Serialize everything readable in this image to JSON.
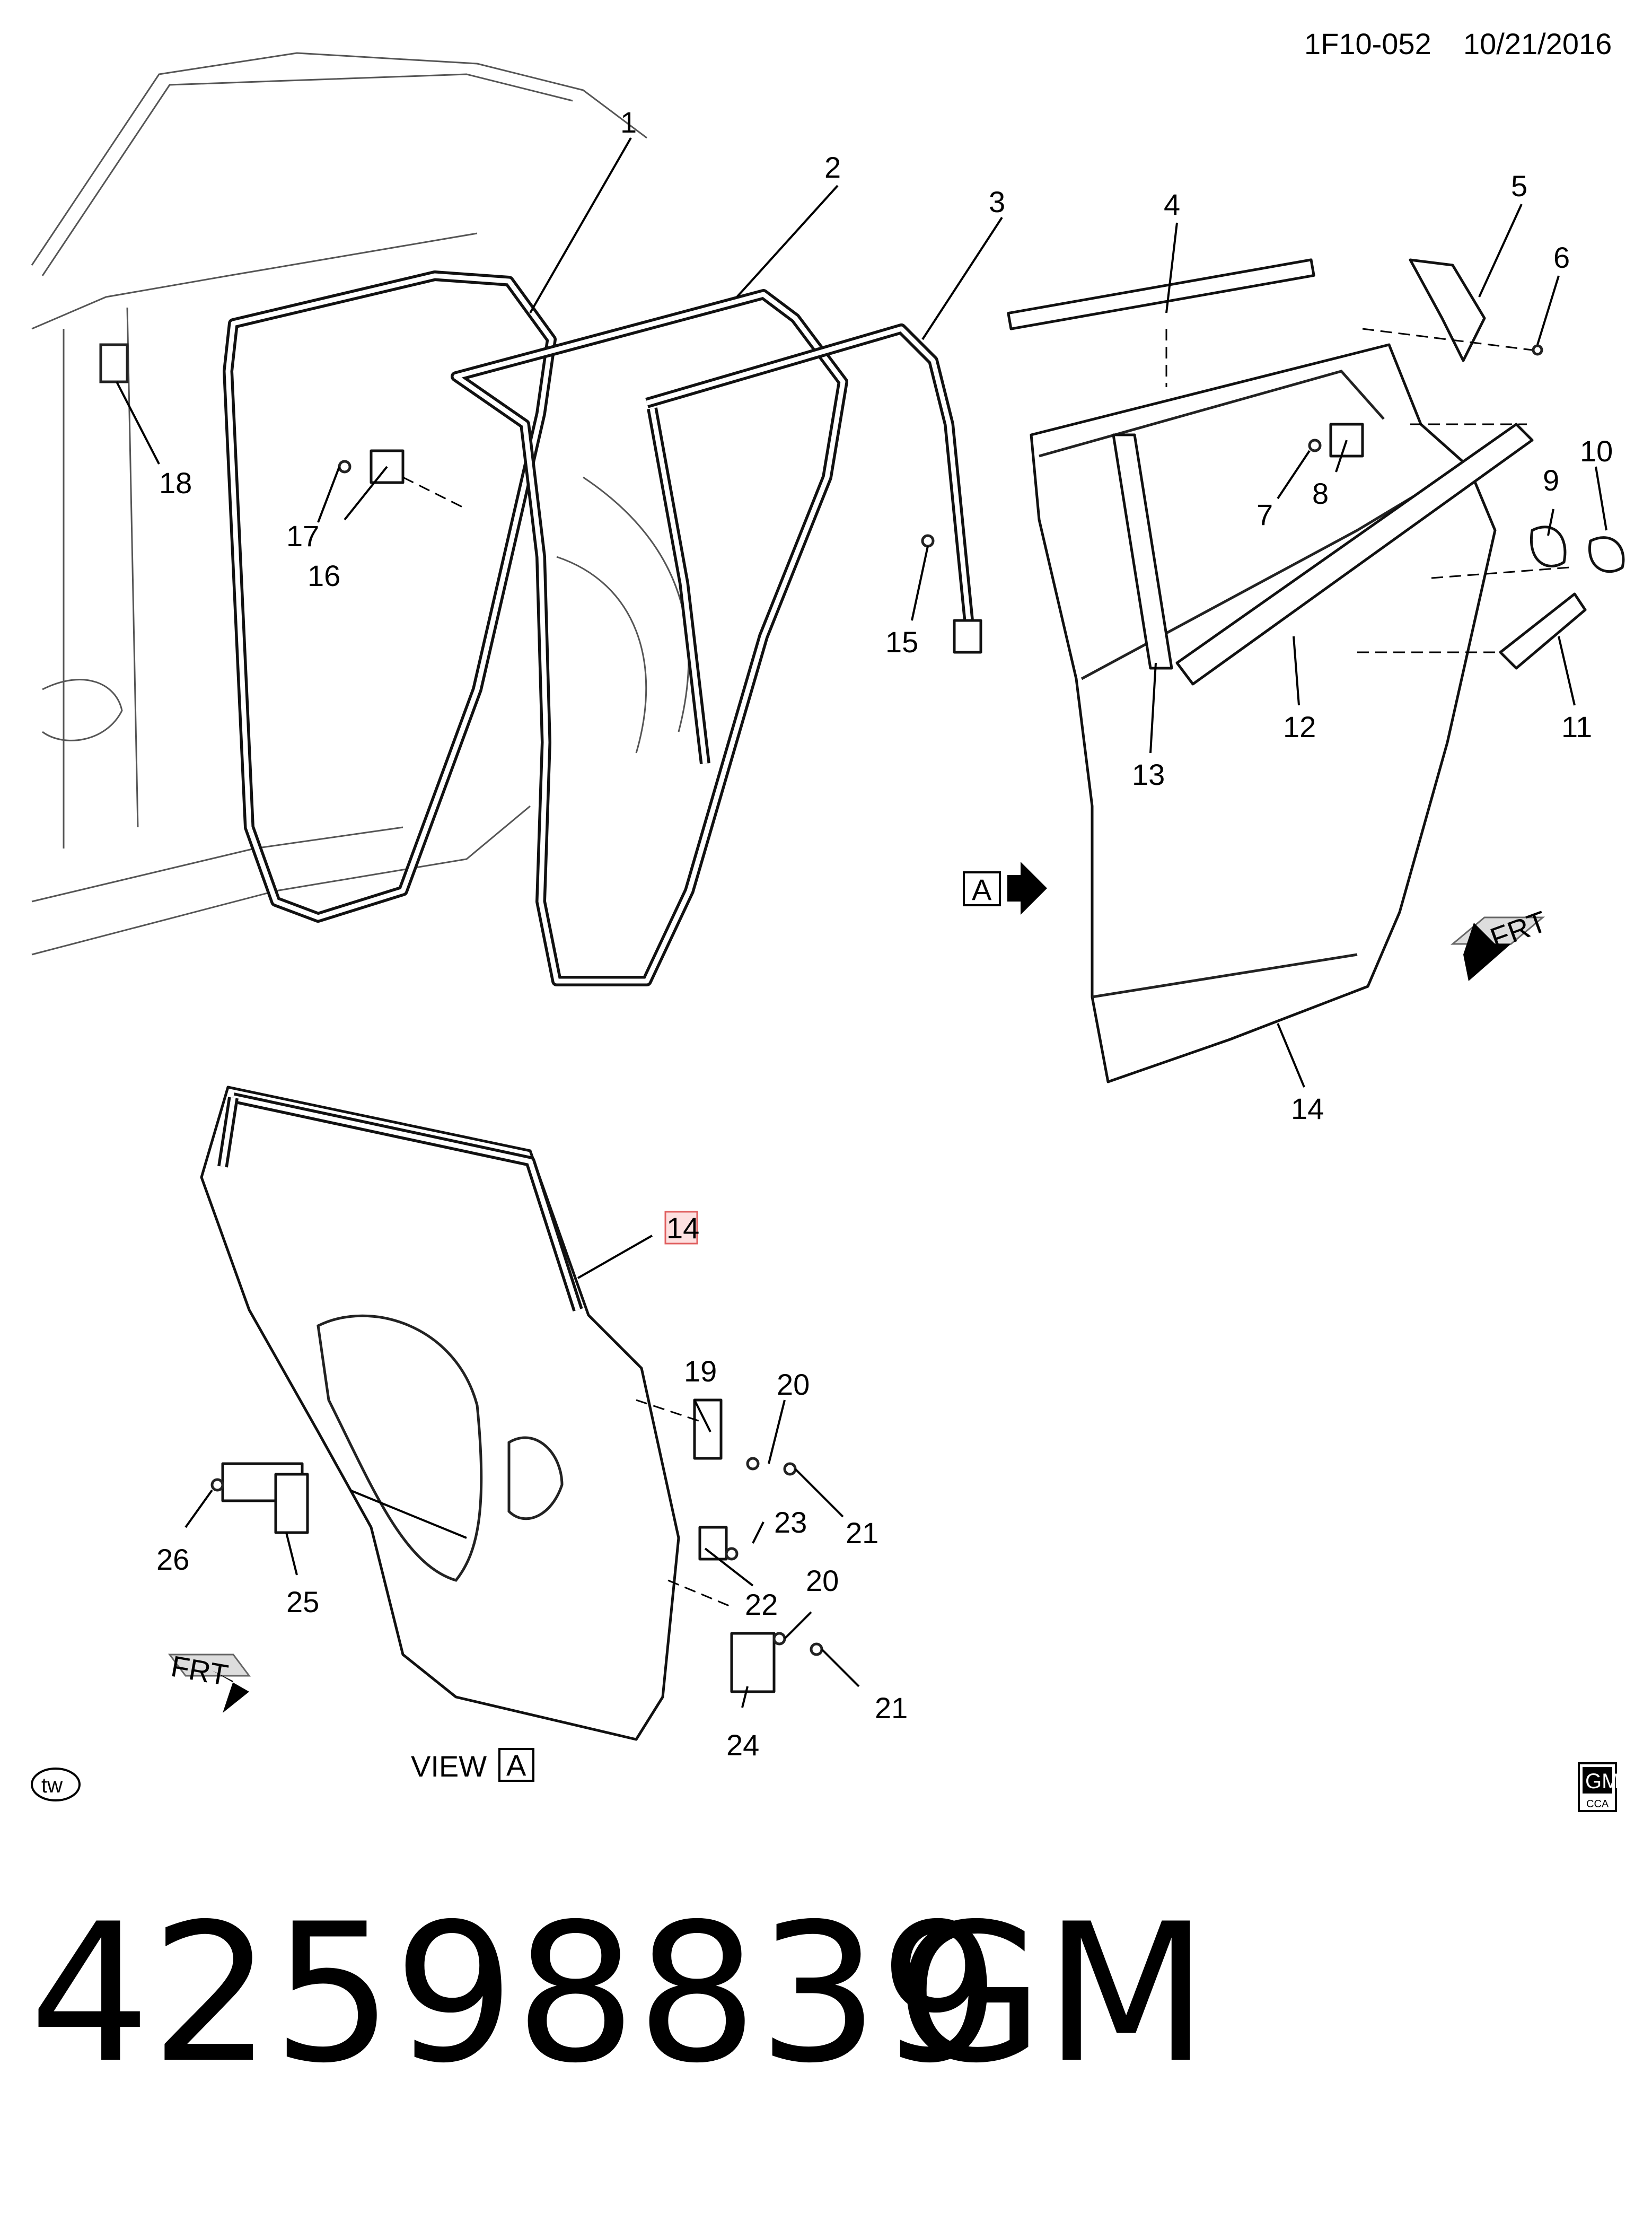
{
  "header": {
    "drawing_code": "1F10-052",
    "date": "10/21/2016"
  },
  "callouts": [
    "1",
    "2",
    "3",
    "4",
    "5",
    "6",
    "7",
    "8",
    "9",
    "10",
    "11",
    "12",
    "13",
    "14",
    "15",
    "16",
    "17",
    "18",
    "14",
    "19",
    "20",
    "21",
    "23",
    "22",
    "20",
    "21",
    "24",
    "26",
    "25"
  ],
  "view_marker": {
    "letter": "A"
  },
  "view_label": {
    "text": "VIEW",
    "letter": "A"
  },
  "frt_label": "FRT",
  "tw_badge": "tw",
  "logo": {
    "brand": "GM",
    "sub": "CCA"
  },
  "footer": {
    "part_number": "42598839",
    "brand": "GM"
  }
}
